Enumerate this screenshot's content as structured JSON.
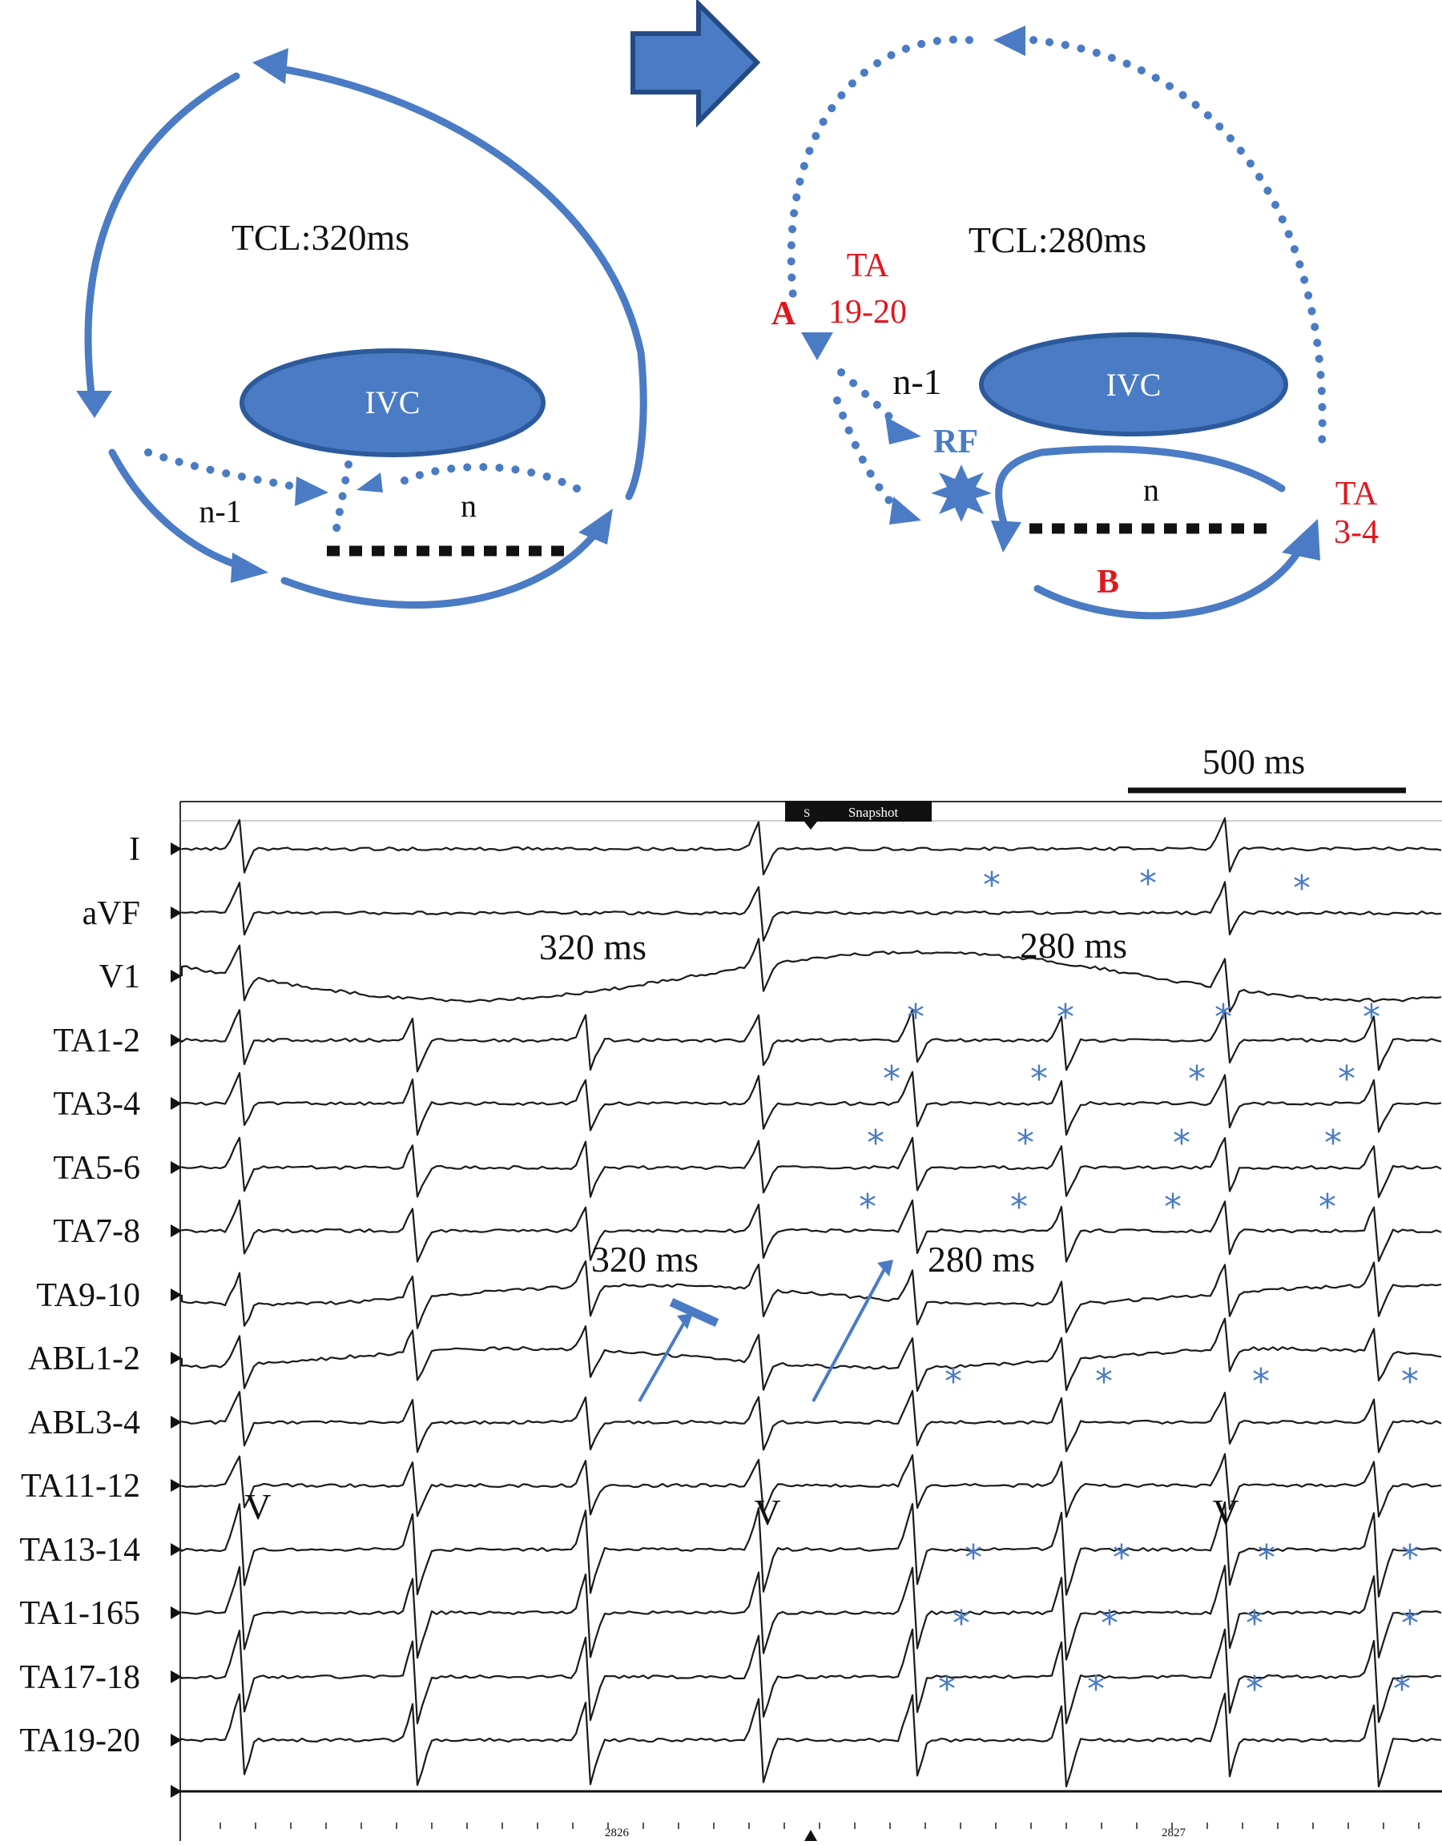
{
  "left_diagram": {
    "tcl": "TCL:320ms",
    "ivc": "IVC",
    "label_n_minus_1": "n-1",
    "label_n": "n"
  },
  "right_diagram": {
    "tcl": "TCL:280ms",
    "ivc": "IVC",
    "label_n_minus_1": "n-1",
    "label_n": "n",
    "rf": "RF",
    "site_a_letter": "A",
    "site_a_ta": "TA",
    "site_a_num": "19-20",
    "site_b_letter": "B",
    "site_b_ta": "TA",
    "site_b_num": "3-4"
  },
  "recording": {
    "scale_bar": "500 ms",
    "snapshot": "Snapshot",
    "channels": [
      "I",
      "aVF",
      "V1",
      "TA1-2",
      "TA3-4",
      "TA5-6",
      "TA7-8",
      "TA9-10",
      "ABL1-2",
      "ABL3-4",
      "TA11-12",
      "TA13-14",
      "TA1-165",
      "TA17-18",
      "TA19-20"
    ],
    "interval_1": "320 ms",
    "interval_2": "280 ms",
    "v_label": "V",
    "bottom_ticks": [
      "2826",
      "2827"
    ]
  },
  "colors": {
    "accent_blue": "#4a7bc4",
    "label_red": "#e0161d",
    "trace": "#1a1a1a"
  }
}
